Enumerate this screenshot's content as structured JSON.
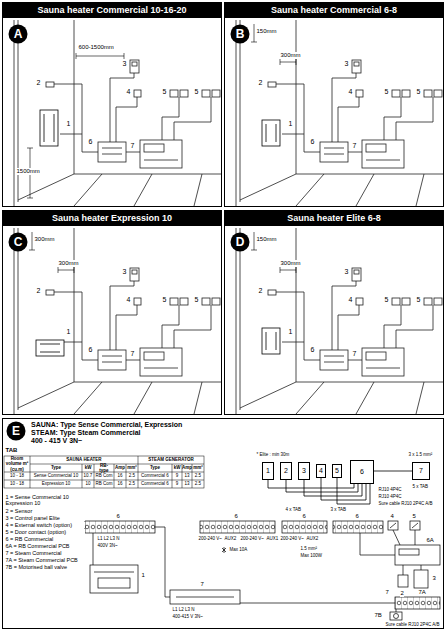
{
  "diagram": {
    "nodes": [
      {
        "text": [
          "Sauna heater Commercial 10-16-20"
        ]
      },
      {
        "text": [
          "A"
        ],
        "in": 0
      },
      {
        "text": [
          "Sauna heater Commercial 6-8"
        ]
      },
      {
        "text": [
          "B"
        ],
        "in": 2
      },
      {
        "text": [
          "Sauna heater Expression 10"
        ]
      },
      {
        "text": [
          "C"
        ],
        "in": 4
      },
      {
        "text": [
          "Sauna heater Elite 6-8"
        ]
      },
      {
        "text": [
          "D"
        ],
        "in": 6
      },
      {
        "text": [
          "SAUNA: Type Sense Commercial, Expression",
          "STEAM: Type Steam Commercial",
          "400 - 415 V 3N~"
        ]
      },
      {
        "text": [
          "E"
        ],
        "in": 8
      },
      {
        "text": [
          "1"
        ],
        "in": 8
      },
      {
        "text": [
          "2"
        ],
        "in": 8
      },
      {
        "text": [
          "3"
        ],
        "in": 8
      },
      {
        "text": [
          "4"
        ],
        "in": 8
      },
      {
        "text": [
          "5"
        ],
        "in": 8
      },
      {
        "text": [
          "6"
        ],
        "in": 8
      },
      {
        "text": [
          "7"
        ],
        "in": 8
      }
    ],
    "edges": [
      {
        "from": 10,
        "to": 15,
        "arrow": "none"
      },
      {
        "from": 11,
        "to": 15,
        "arrow": "none"
      },
      {
        "from": 12,
        "to": 15,
        "arrow": "none"
      },
      {
        "from": 13,
        "to": 15,
        "arrow": "none"
      },
      {
        "from": 14,
        "to": 15,
        "arrow": "none"
      },
      {
        "from": 15,
        "to": 16,
        "arrow": "none"
      }
    ],
    "labels": [
      "600-1500mm",
      "1500mm",
      "2",
      "1",
      "3",
      "4",
      "5",
      "5",
      "6",
      "7",
      "150mm",
      "300mm",
      "2",
      "1",
      "3",
      "4",
      "5",
      "5",
      "6",
      "7",
      "300mm",
      "300mm",
      "2",
      "1",
      "3",
      "4",
      "5",
      "5",
      "6",
      "7",
      "150mm",
      "300mm",
      "2",
      "1",
      "3",
      "4",
      "5",
      "5",
      "6",
      "7",
      "TAB",
      "Room volume m³ (cu.m)",
      "SAUNA HEATER",
      "STEAM GENERATOR",
      "Type",
      "kW",
      "RB-type",
      "Amp",
      "mm²",
      "Type",
      "kW",
      "Amp",
      "mm²",
      "10 - 18",
      "Sense Commercial 10",
      "10.7",
      "RB Com",
      "16",
      "2.5",
      "Commercial 6",
      "9",
      "13",
      "2.5",
      "10 - 18",
      "Expression 10",
      "10",
      "RB Com",
      "16",
      "2.5",
      "Commercial 6",
      "9",
      "13",
      "2.5",
      "1 = Sense Commercial 10 Expression 10",
      "2 = Sensor",
      "3 = Control panel Elite",
      "4 = External switch (option)",
      "5 = Door contact (option)",
      "6 = RB Commercial",
      "6A = RB Commercial PCB",
      "7 = Steam Commercial",
      "7A = Steam Commercial PCB",
      "7B = Motorised ball valve",
      "* Elite : min 30m",
      "3 x 1.5 mm²",
      "RJ10 4P4C",
      "RJ10 4P4C",
      "Sure cable RJ10 2P4C A/B",
      "4 x TAB",
      "3 x TAB",
      "5 x TAB",
      "6",
      "L1 L2 L3 N",
      "400V 3N~",
      "1",
      "7",
      "L1 L2 L3 N",
      "400-415 V 3N~",
      "6",
      "200-240 V~",
      "AUX2",
      "200-240 V~",
      "AUX1",
      "Max 10A",
      "6",
      "200-240 V~",
      "AUX2",
      "1.5 mm²",
      "Max 100W",
      "6",
      "4",
      "5",
      "6A",
      "2",
      "3",
      "7",
      "7A",
      "7B",
      "Sure cable RJ10 2P4C A/B"
    ]
  }
}
